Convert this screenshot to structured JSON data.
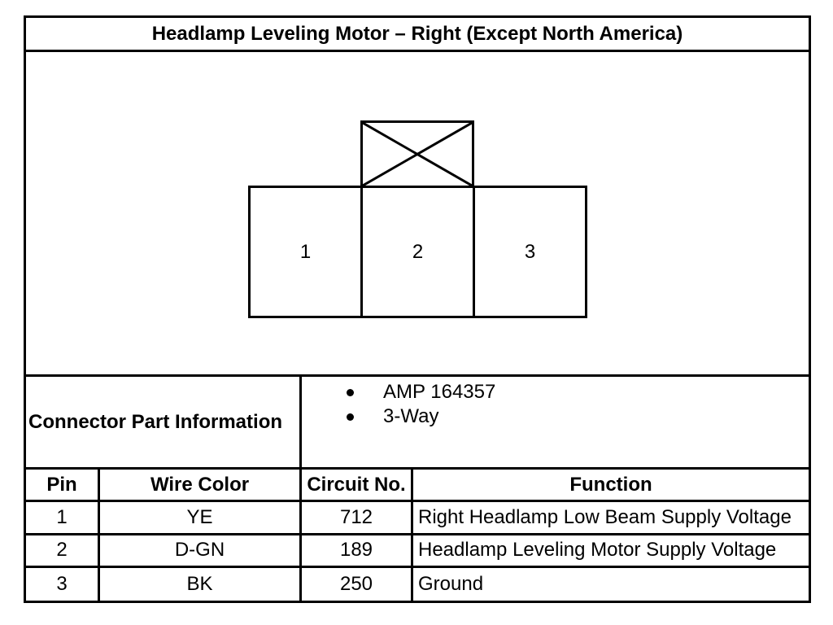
{
  "page": {
    "background": "#ffffff",
    "line_color": "#000000",
    "text_color": "#000000"
  },
  "title": "Headlamp Leveling Motor – Right (Except North America)",
  "connector_diagram": {
    "cavities": [
      "1",
      "2",
      "3"
    ]
  },
  "part_info": {
    "label": "Connector Part Information",
    "items": [
      "AMP 164357",
      "3-Way"
    ]
  },
  "pin_table": {
    "headers": {
      "pin": "Pin",
      "wire_color": "Wire Color",
      "circuit_no": "Circuit No.",
      "function": "Function"
    },
    "rows": [
      {
        "pin": "1",
        "wire_color": "YE",
        "circuit_no": "712",
        "function": "Right Headlamp Low Beam Supply Voltage"
      },
      {
        "pin": "2",
        "wire_color": "D-GN",
        "circuit_no": "189",
        "function": "Headlamp Leveling Motor Supply Voltage"
      },
      {
        "pin": "3",
        "wire_color": "BK",
        "circuit_no": "250",
        "function": "Ground"
      }
    ]
  }
}
